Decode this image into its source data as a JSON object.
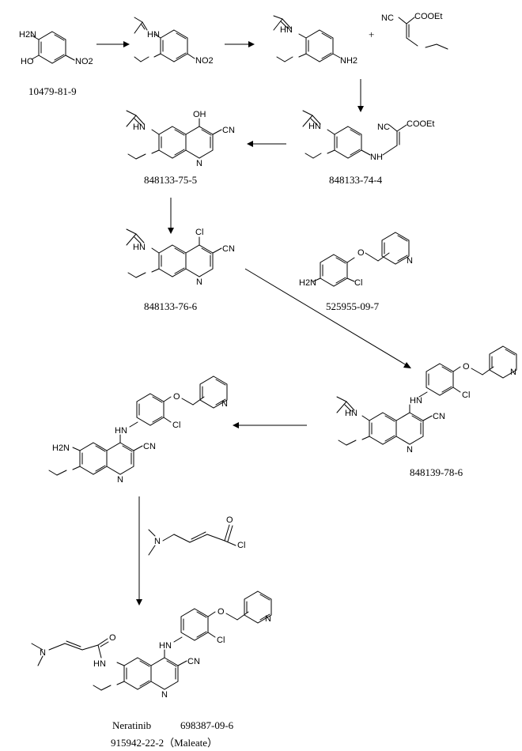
{
  "molecules": [
    {
      "id": "m1",
      "cas": "10479-81-9",
      "atoms": [
        "H2N",
        "HO",
        "NO2"
      ]
    },
    {
      "id": "m2",
      "cas": "",
      "atoms": [
        "HN",
        "NO2"
      ]
    },
    {
      "id": "m3",
      "cas": "",
      "atoms": [
        "HN",
        "NH2"
      ]
    },
    {
      "id": "reagent1",
      "cas": "",
      "atoms": [
        "NC",
        "COOEt"
      ]
    },
    {
      "id": "m5",
      "cas": "848133-74-4",
      "atoms": [
        "HN",
        "NC",
        "COOEt",
        "NH"
      ]
    },
    {
      "id": "m6",
      "cas": "848133-75-5",
      "atoms": [
        "HN",
        "OH",
        "CN",
        "N"
      ]
    },
    {
      "id": "m7",
      "cas": "848133-76-6",
      "atoms": [
        "HN",
        "Cl",
        "CN",
        "N"
      ]
    },
    {
      "id": "m8",
      "cas": "525955-09-7",
      "atoms": [
        "H2N",
        "Cl",
        "N"
      ]
    },
    {
      "id": "m9",
      "cas": "848139-78-6",
      "atoms": [
        "HN",
        "HN",
        "CN",
        "N",
        "Cl",
        "N"
      ]
    },
    {
      "id": "m10",
      "cas": "",
      "atoms": [
        "H2N",
        "HN",
        "CN",
        "N",
        "Cl",
        "N"
      ]
    },
    {
      "id": "reagent2",
      "cas": "",
      "atoms": [
        "N",
        "Cl"
      ]
    },
    {
      "id": "m12",
      "cas": "",
      "atoms": [
        "N",
        "HN",
        "HN",
        "CN",
        "N",
        "Cl",
        "N"
      ]
    }
  ],
  "plus_sign": "+",
  "final_name": "Neratinib",
  "final_cas": "698387-09-6",
  "final_salt_cas": "915942-22-2（Maleate）"
}
